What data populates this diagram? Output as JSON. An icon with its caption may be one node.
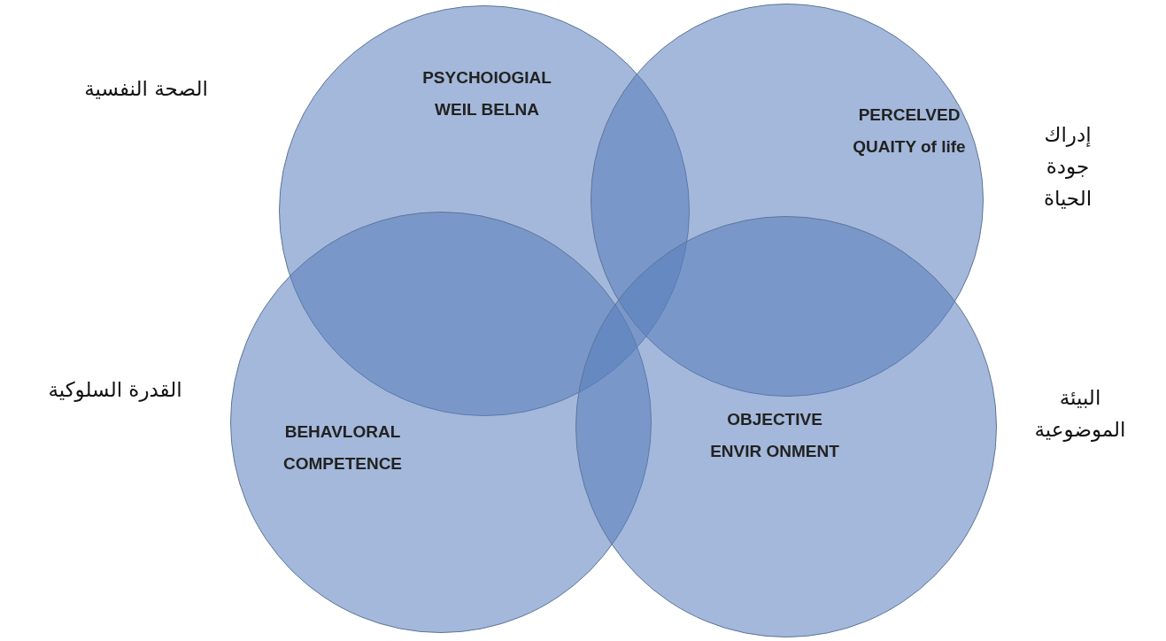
{
  "diagram": {
    "nodes": [
      {
        "text": [
          "PSYCHOIOGIAL WEIL BELNA"
        ],
        "beside": [
          "الصحة النفسية"
        ]
      },
      {
        "text": [
          "PERCELVED QUAITY of life"
        ],
        "beside": [
          "إدراك جودة الحياة"
        ]
      },
      {
        "text": [
          "BEHAVLORAL COMPETENCE"
        ],
        "beside": [
          "القدرة السلوكية"
        ]
      },
      {
        "text": [
          "OBJECTIVE ENVIR ONMENT"
        ],
        "beside": [
          "البيئة الموضوعية"
        ]
      }
    ]
  }
}
